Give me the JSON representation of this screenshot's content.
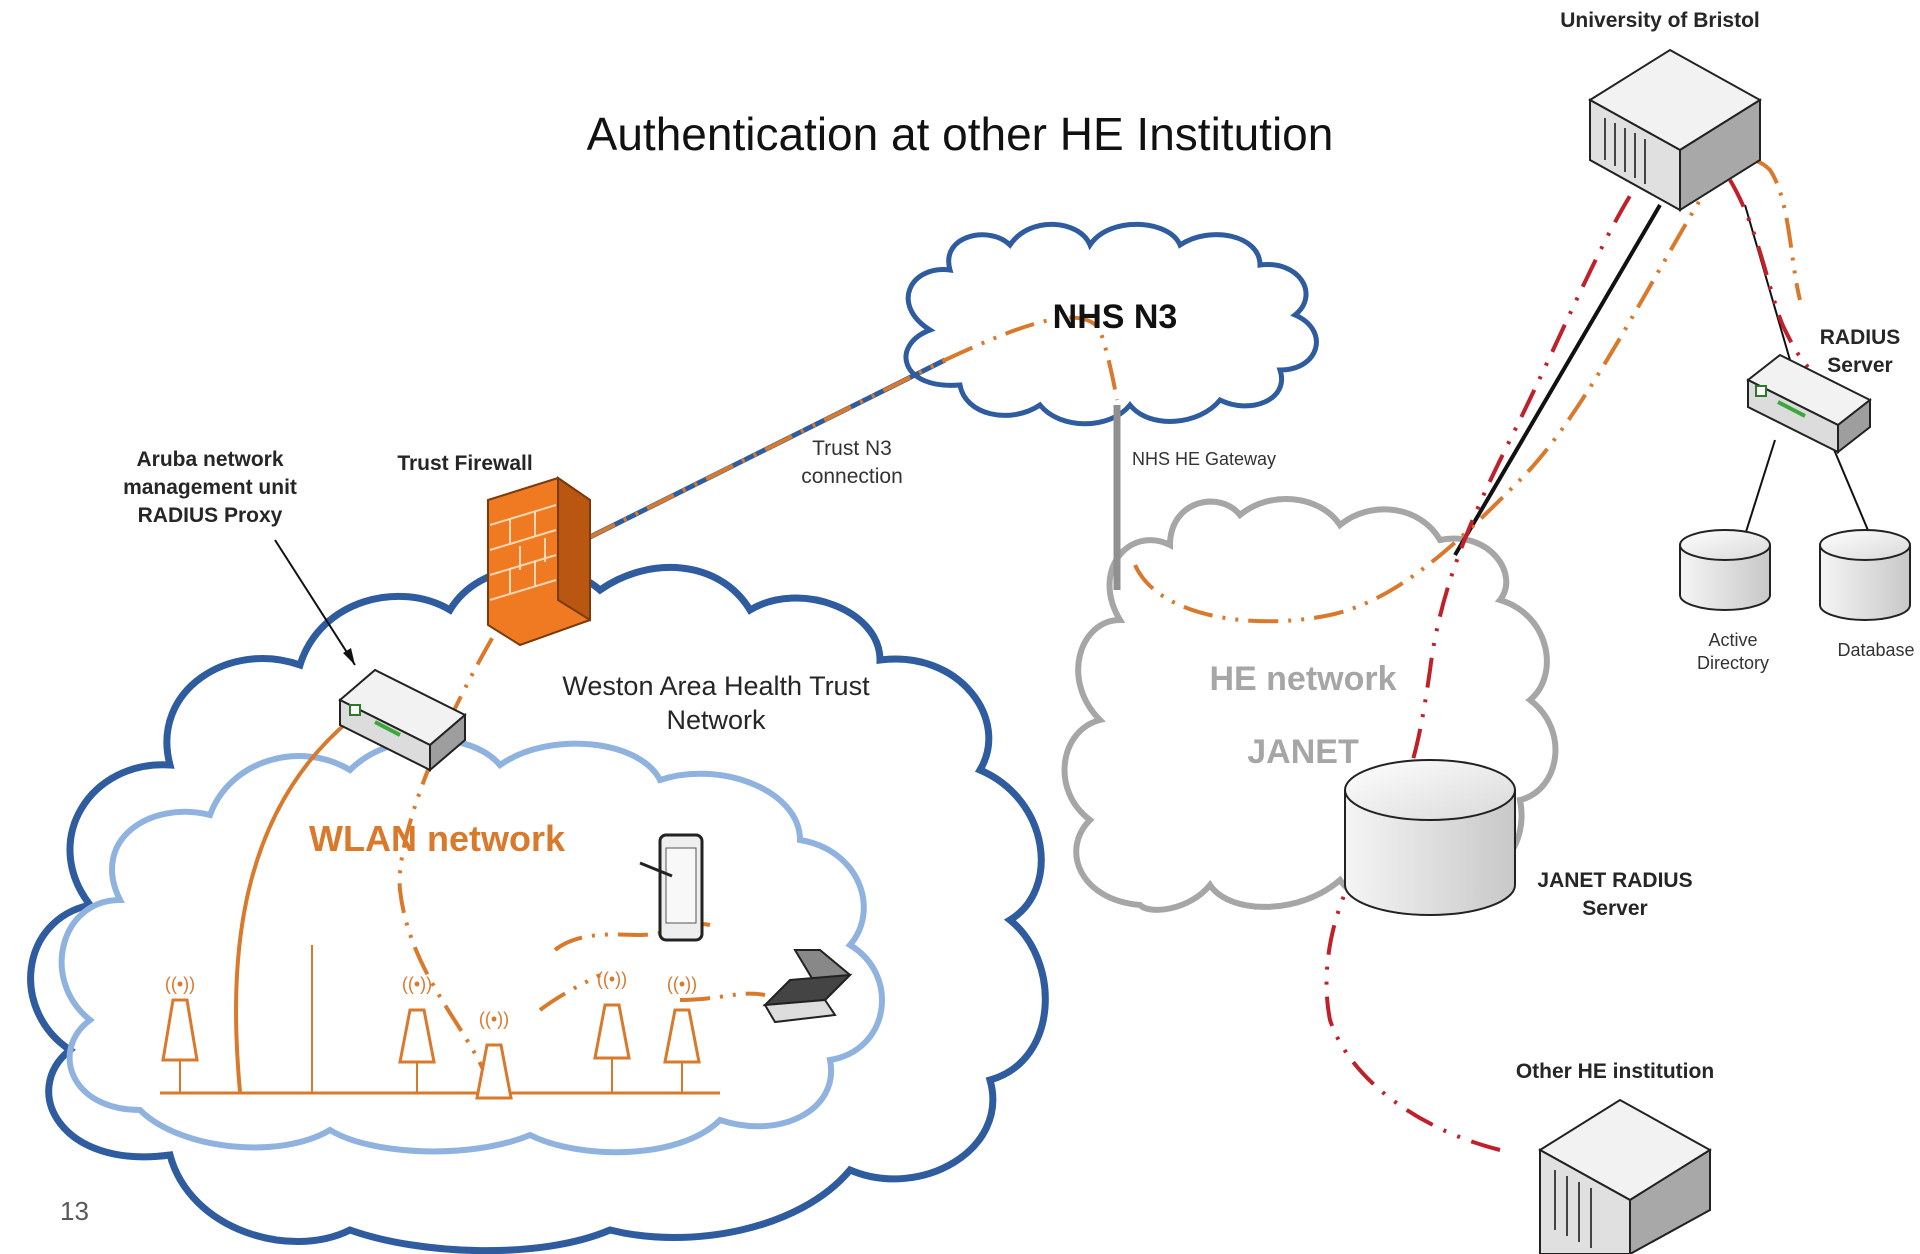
{
  "title": "Authentication at other HE Institution",
  "page_number": "13",
  "nodes": {
    "university": "University of Bristol",
    "nhs_n3": "NHS N3",
    "radius_server": [
      "RADIUS",
      "Server"
    ],
    "aruba": [
      "Aruba network",
      "management unit",
      "RADIUS Proxy"
    ],
    "trust_firewall": "Trust Firewall",
    "trust_n3_connection": [
      "Trust N3",
      "connection"
    ],
    "nhs_he_gateway": "NHS HE Gateway",
    "active_directory": [
      "Active",
      "Directory"
    ],
    "database": "Database",
    "weston_network": [
      "Weston Area Health Trust",
      "Network"
    ],
    "he_network": "HE network",
    "janet": "JANET",
    "wlan_network": "WLAN network",
    "janet_radius": [
      "JANET RADIUS",
      "Server"
    ],
    "other_he": "Other HE institution"
  },
  "colors": {
    "weston_cloud": "#2e5c9e",
    "wlan_cloud": "#8fb3de",
    "he_cloud": "#a6a6a6",
    "orange_path": "#d9792b",
    "red_path": "#c0202a",
    "firewall": "#f07a22",
    "title_text": "#111111"
  }
}
